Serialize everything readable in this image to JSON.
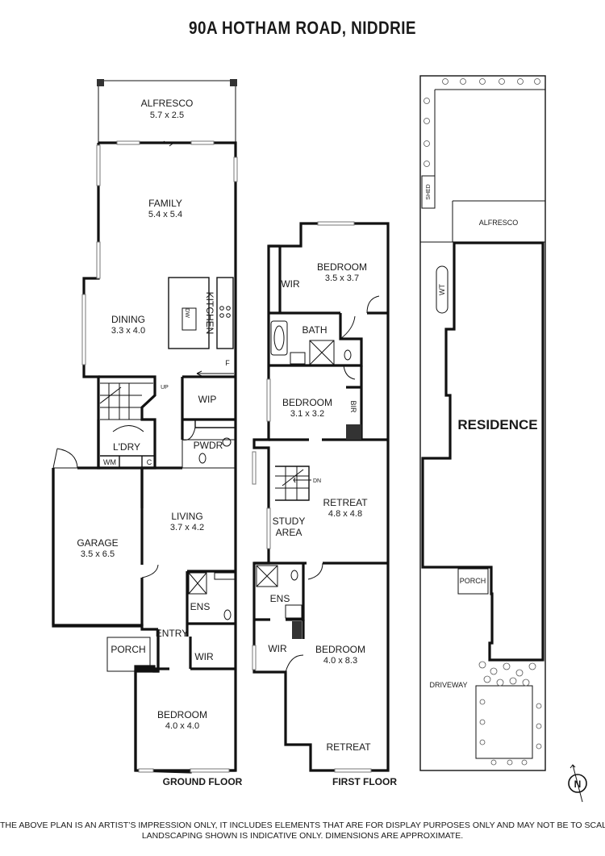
{
  "title": "90A HOTHAM ROAD, NIDDRIE",
  "ground_floor": {
    "caption": "GROUND FLOOR",
    "rooms": {
      "alfresco": {
        "name": "ALFRESCO",
        "dim": "5.7 x 2.5"
      },
      "family": {
        "name": "FAMILY",
        "dim": "5.4 x 5.4"
      },
      "dining": {
        "name": "DINING",
        "dim": "3.3 x 4.0"
      },
      "kitchen": {
        "name": "KITCHEN"
      },
      "dw": "DW",
      "fridge": "F",
      "up": "UP",
      "wip": {
        "name": "WIP"
      },
      "ldry": {
        "name": "L'DRY"
      },
      "wm": "WM",
      "c": "C",
      "pwdr": {
        "name": "PWDR"
      },
      "garage": {
        "name": "GARAGE",
        "dim": "3.5 x 6.5"
      },
      "living": {
        "name": "LIVING",
        "dim": "3.7 x 4.2"
      },
      "ens": {
        "name": "ENS"
      },
      "entry": {
        "name": "ENTRY"
      },
      "porch": {
        "name": "PORCH"
      },
      "wir": {
        "name": "WIR"
      },
      "bedroom": {
        "name": "BEDROOM",
        "dim": "4.0 x 4.0"
      }
    }
  },
  "first_floor": {
    "caption": "FIRST FLOOR",
    "rooms": {
      "bedroom1": {
        "name": "BEDROOM",
        "dim": "3.5 x 3.7"
      },
      "wir1": {
        "name": "WIR"
      },
      "bath": {
        "name": "BATH"
      },
      "bedroom2": {
        "name": "BEDROOM",
        "dim": "3.1 x 3.2"
      },
      "bir": {
        "name": "BIR"
      },
      "dn": "DN",
      "retreat": {
        "name": "RETREAT",
        "dim": "4.8 x 4.8"
      },
      "study_line1": "STUDY",
      "study_line2": "AREA",
      "ens": {
        "name": "ENS"
      },
      "wir2": {
        "name": "WIR"
      },
      "bedroom3": {
        "name": "BEDROOM",
        "dim": "4.0 x 8.3"
      },
      "retreat2": {
        "name": "RETREAT"
      }
    }
  },
  "site_plan": {
    "shed": "SHED",
    "alfresco": "ALFRESCO",
    "wt": "WT",
    "residence": "RESIDENCE",
    "porch": "PORCH",
    "driveway": "DRIVEWAY"
  },
  "compass": "N",
  "disclaimer": {
    "line1": "THE ABOVE PLAN IS AN ARTIST’S IMPRESSION ONLY, IT INCLUDES ELEMENTS THAT ARE FOR DISPLAY PURPOSES ONLY AND MAY NOT BE TO SCALE.",
    "line2": "LANDSCAPING SHOWN IS INDICATIVE ONLY. DIMENSIONS ARE APPROXIMATE."
  }
}
